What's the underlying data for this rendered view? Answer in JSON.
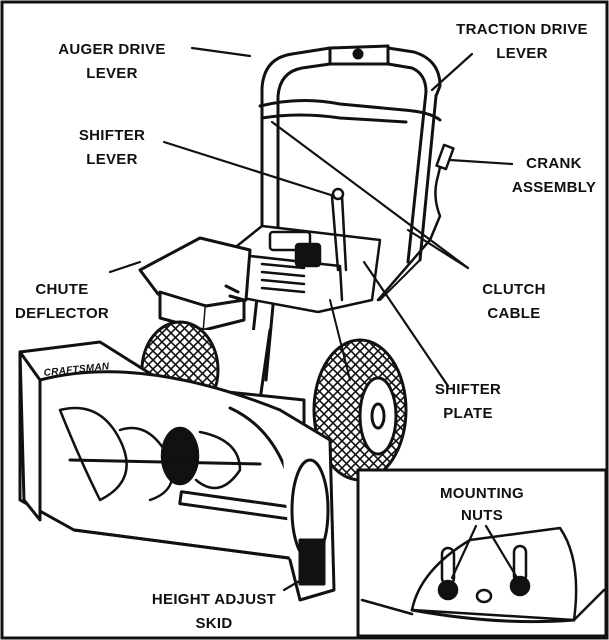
{
  "labels": {
    "auger_drive_lever": [
      "AUGER DRIVE",
      "LEVER"
    ],
    "traction_drive_lever": [
      "TRACTION DRIVE",
      "LEVER"
    ],
    "shifter_lever": [
      "SHIFTER",
      "LEVER"
    ],
    "crank_assembly": [
      "CRANK",
      "ASSEMBLY"
    ],
    "chute_deflector": [
      "CHUTE",
      "DEFLECTOR"
    ],
    "clutch_cable": [
      "CLUTCH",
      "CABLE"
    ],
    "shifter_plate": [
      "SHIFTER",
      "PLATE"
    ],
    "mounting_nuts": [
      "MOUNTING",
      "NUTS"
    ],
    "height_adjust_skid": [
      "HEIGHT ADJUST",
      "SKID"
    ]
  },
  "brand_text": "CRAFTSMAN",
  "colors": {
    "ink": "#111111",
    "background": "#ffffff"
  }
}
